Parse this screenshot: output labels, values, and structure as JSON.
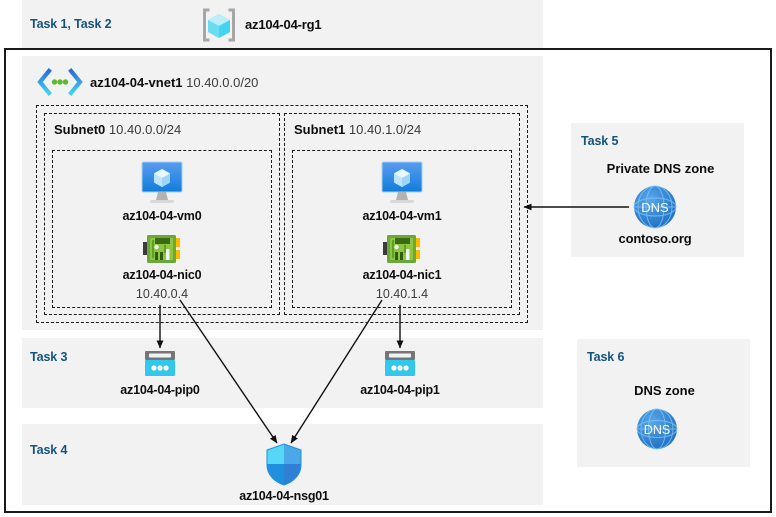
{
  "diagram": {
    "title_strip": {
      "task_label": "Task 1, Task 2",
      "resource_group_name": "az104-04-rg1",
      "resource_group_icon": "resource-group-icon"
    },
    "vnet": {
      "name": "az104-04-vnet1",
      "cidr": "10.40.0.0/20",
      "icon": "virtual-network-icon",
      "subnets": [
        {
          "name": "Subnet0",
          "cidr": "10.40.0.0/24",
          "vm": {
            "name": "az104-04-vm0",
            "icon": "virtual-machine-icon"
          },
          "nic": {
            "name": "az104-04-nic0",
            "ip": "10.40.0.4",
            "icon": "network-interface-icon"
          }
        },
        {
          "name": "Subnet1",
          "cidr": "10.40.1.0/24",
          "vm": {
            "name": "az104-04-vm1",
            "icon": "virtual-machine-icon"
          },
          "nic": {
            "name": "az104-04-nic1",
            "ip": "10.40.1.4",
            "icon": "network-interface-icon"
          }
        }
      ]
    },
    "task3": {
      "task_label": "Task 3",
      "pip0": {
        "name": "az104-04-pip0",
        "icon": "public-ip-address-icon"
      },
      "pip1": {
        "name": "az104-04-pip1",
        "icon": "public-ip-address-icon"
      }
    },
    "task4": {
      "task_label": "Task 4",
      "nsg": {
        "name": "az104-04-nsg01",
        "icon": "network-security-group-icon"
      }
    },
    "task5": {
      "task_label": "Task 5",
      "zone_type": "Private DNS zone",
      "zone_name": "contoso.org",
      "icon": "dns-zone-icon",
      "icon_text": "DNS"
    },
    "task6": {
      "task_label": "Task 6",
      "zone_type": "DNS zone",
      "icon": "dns-zone-icon",
      "icon_text": "DNS"
    },
    "colors": {
      "task_label": "#13547f",
      "panel_background": "#f2f2f2",
      "canvas": "#ffffff",
      "border": "#1a1a1a",
      "dns_blue": "#2f7fd4",
      "public_ip_cyan": "#32c8ee",
      "nic_green": "#6aa83c",
      "vm_blue": "#2f8ee0"
    }
  }
}
